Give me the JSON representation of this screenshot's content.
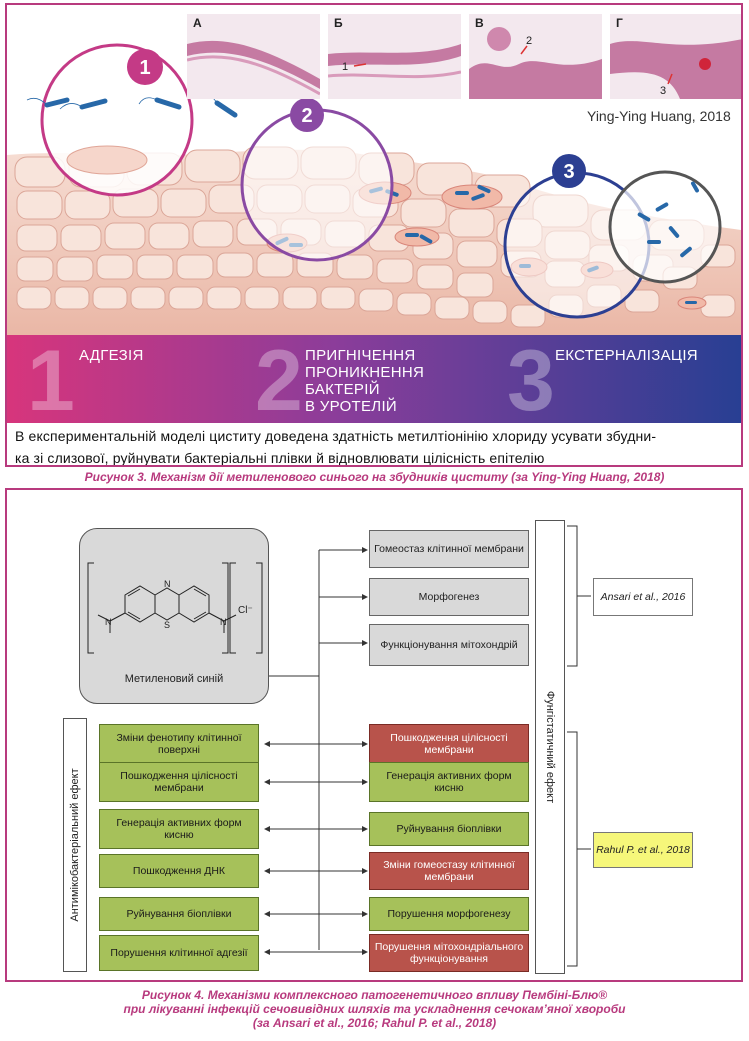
{
  "figure3": {
    "panels": [
      {
        "tag": "А",
        "marks": []
      },
      {
        "tag": "Б",
        "marks": [
          "1"
        ]
      },
      {
        "tag": "В",
        "marks": [
          "2"
        ]
      },
      {
        "tag": "Г",
        "marks": [
          "3"
        ]
      }
    ],
    "credit": "Ying-Ying Huang, 2018",
    "circle_numbers": [
      "1",
      "2",
      "3"
    ],
    "stages": [
      {
        "num": "1",
        "label": "АДГЕЗІЯ"
      },
      {
        "num": "2",
        "label_lines": [
          "ПРИГНІЧЕННЯ",
          "ПРОНИКНЕННЯ",
          "БАКТЕРІЙ",
          "В УРОТЕЛІЙ"
        ]
      },
      {
        "num": "3",
        "label": "ЕКСТЕРНАЛІЗАЦІЯ"
      }
    ],
    "description_lines": [
      "В експериментальній моделі циститу доведена здатність метилтіонінію хлориду усувати збудни-",
      "ка зі слизової, руйнувати бактеріальні плівки й відновлювати цілісність епітелію"
    ],
    "caption": "Рисунок 3. Механізм дії метиленового синього на збудників циститу (за Ying-Ying Huang, 2018)"
  },
  "figure4": {
    "molecule": {
      "name": "Метиленовий синій",
      "counterion": "Cl⁻",
      "atoms": {
        "n_ring": "N",
        "s_ring": "S",
        "n_left": "N",
        "n_right": "N"
      }
    },
    "top_effects": [
      "Гомеостаз клітинної мембрани",
      "Морфогенез",
      "Функціонування мітохондрій"
    ],
    "pair_left": [
      "Зміни фенотипу клітинної поверхні",
      "Пошкодження цілісності мембрани",
      "Генерація активних форм кисню",
      "Пошкодження ДНК",
      "Руйнування біоплівки",
      "Порушення клітинної адгезії"
    ],
    "pair_right": [
      {
        "text": "Пошкодження цілісності мембрани",
        "color": "red"
      },
      {
        "text": "Генерація активних форм кисню",
        "color": "green"
      },
      {
        "text": "Руйнування біоплівки",
        "color": "green"
      },
      {
        "text": "Зміни гомеостазу клітинної мембрани",
        "color": "red"
      },
      {
        "text": "Порушення морфогенезу",
        "color": "green"
      },
      {
        "text": "Порушення мітохондріального функціонування",
        "color": "red"
      }
    ],
    "antimicrobial_label": "Антимікобактеріальний ефект",
    "fungistatic_label": "Фунгістатичний ефект",
    "ref1": "Ansari et al., 2016",
    "ref2": "Rahul P. et al., 2018",
    "caption_lines": [
      "Рисунок 4. Механізми комплексного патогенетичного впливу Пембіні-Блю®",
      "при лікуванні інфекцій сечовивідних шляхів та ускладнення сечокам’яної хвороби",
      "(за Ansari et al., 2016; Rahul P. et al., 2018)"
    ]
  },
  "colors": {
    "accent": "#b83a7e",
    "band_start": "#d7357c",
    "band_end": "#283f93",
    "circle1": "#c43a86",
    "circle2": "#8a4aa3",
    "circle3": "#2c3f92",
    "circle_dark": "#555555",
    "green": "#a6c15a",
    "red": "#b8534b",
    "gray": "#d9d9d9",
    "yellow": "#f6f77a"
  }
}
